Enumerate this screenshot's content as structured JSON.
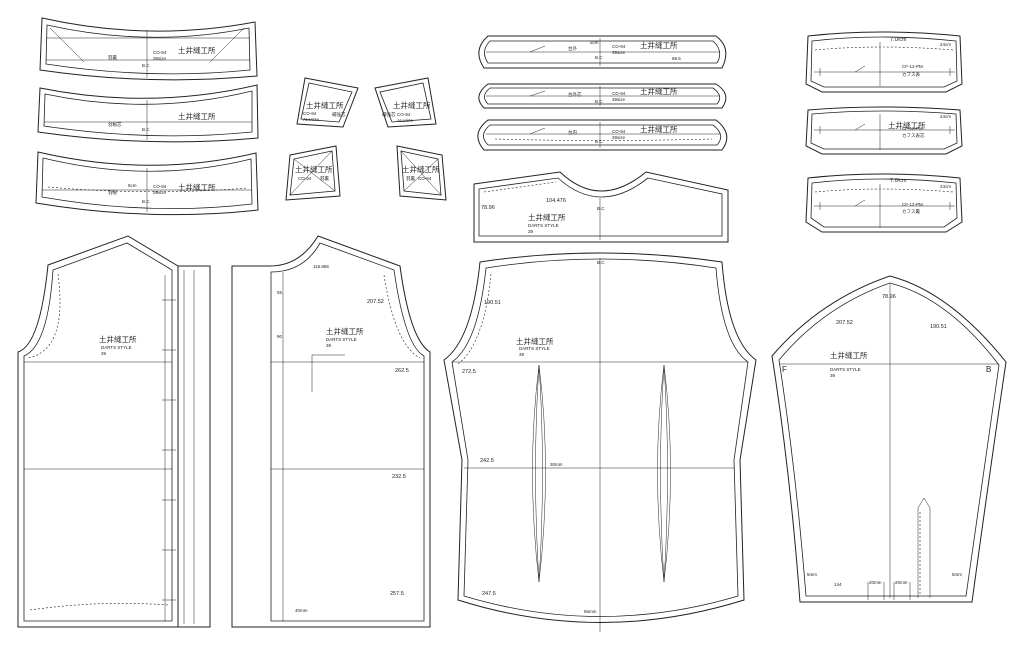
{
  "brand": "土井縫工所",
  "style_name": "DARTS STYLE",
  "style_size": "39",
  "codes": {
    "co94": "CO-94",
    "co94_lower": "CO-94",
    "size_39": "39size",
    "all_size": "ALLsize",
    "cf": "CF-12-PM"
  },
  "collar_labels": {
    "top_collar": "羽根",
    "under_collar": "羽根芯",
    "lining_collar": "羽裏",
    "bc": "B.C",
    "cm5": "5cm"
  },
  "stand_labels": {
    "band_outer": "台外",
    "band_core": "台外芯",
    "band_inner": "台内",
    "band_measure": "89.5",
    "cm5": "5cm"
  },
  "cuff_labels": {
    "top_width": "7.0/cm",
    "side_width": "24cm",
    "cuff_outer": "カフス表",
    "cuff_core": "カフス表芯",
    "cuff_inner": "カフス裏"
  },
  "small_pieces": {
    "placket_core": "補強芯",
    "placket_core2": "補強芯",
    "hole": "羽裏",
    "hole2": "羽裏"
  },
  "yoke": {
    "measure_left": "78.96",
    "measure_center": "104.476",
    "bc": "B.C"
  },
  "front_left": {
    "left_measures": []
  },
  "front_right": {
    "neck_measure": "116.865",
    "shoulder_measure": "207.52",
    "chest_measure": "262.5",
    "waist_measure": "232.5",
    "hem_measure": "257.5",
    "hem_label": "40mm",
    "pocket_a": "55",
    "pocket_b": "90"
  },
  "back": {
    "top_label": "B.C",
    "armhole_measure": "190.51",
    "chest_measure": "272.5",
    "waist_measure": "242.5",
    "hem_measure": "247.5",
    "dart_label": "30mm",
    "hem_center_label": "56mm"
  },
  "sleeve": {
    "cap_top": "78.96",
    "left_measure": "207.52",
    "right_measure": "190.51",
    "front_mark": "F",
    "back_mark": "B",
    "hem_left": "5mm",
    "hem_right": "5mm",
    "hem_width": "144",
    "pleat_1": "20mm",
    "pleat_2": "20mm"
  }
}
